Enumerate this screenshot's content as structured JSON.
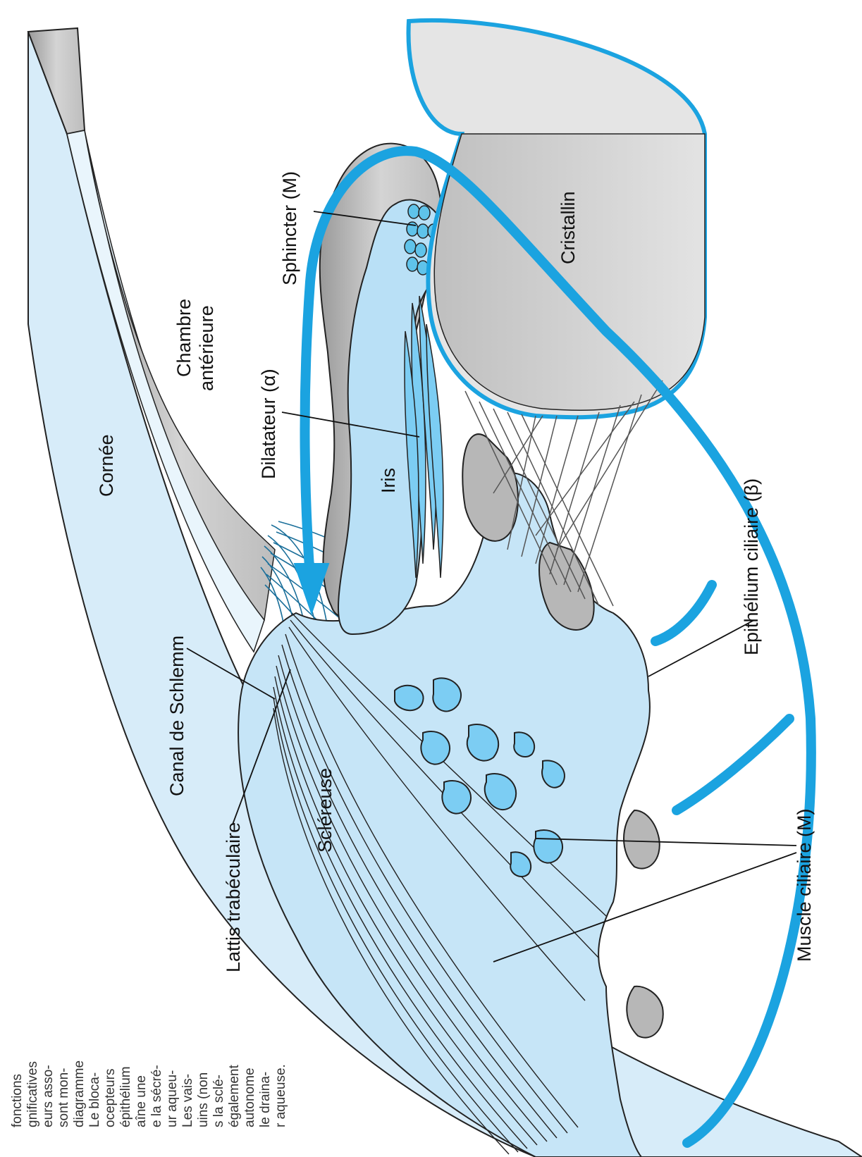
{
  "labels": {
    "cornee": "Cornée",
    "chambre_1": "Chambre",
    "chambre_2": "antérieure",
    "sphincter": "Sphincter (M)",
    "cristallin": "Cristallin",
    "dilatateur": "Dilatateur (α)",
    "iris": "Iris",
    "epithelium": "Epithélium ciliaire (β)",
    "canal": "Canal de Schlemm",
    "lattis": "Lattis trabéculaire",
    "sclereuse": "Scléreuse",
    "muscle": "Muscle ciliaire (M)"
  },
  "caption_fragments": [
    "fonctions",
    "gnificatives",
    "eurs asso-",
    "sont mon-",
    "diagramme",
    "Le bloca-",
    "ocepteurs",
    "épithélium",
    "aîne une",
    "e la sécré-",
    "ur aqueu-",
    "Les vais-",
    "uins (non",
    "s la sclé-",
    "également",
    "autonome",
    "le draina-",
    "r aqueuse."
  ],
  "colors": {
    "flow_arrow": "#1ba3e0",
    "tissue_light": "#cbe6f6",
    "tissue_mid": "#a9d8f2",
    "gray_surface": "#c8c8c8",
    "gray_dark": "#8c8c8c"
  }
}
